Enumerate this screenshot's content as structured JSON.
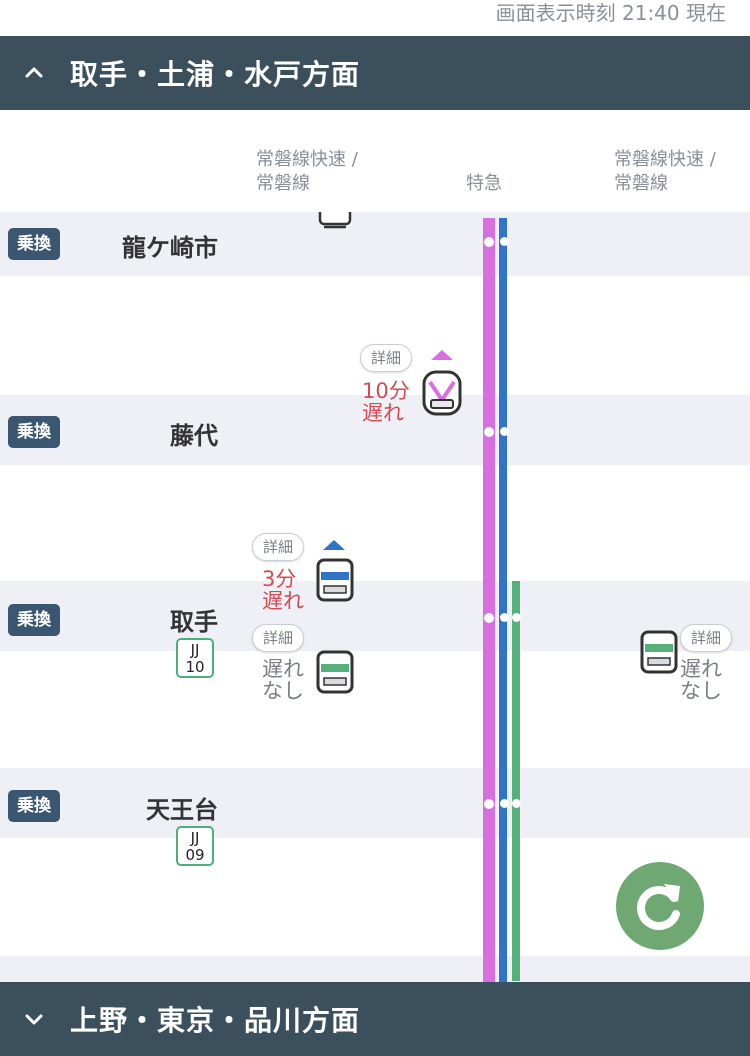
{
  "header": {
    "timestamp": "画面表示時刻 21:40 現在"
  },
  "direction_top": {
    "title": "取手・土浦・水戸方面",
    "icon": "chevron-up-icon"
  },
  "columns": {
    "left": "常磐線快速 /\n常磐線",
    "middle": "特急",
    "right": "常磐線快速 /\n常磐線"
  },
  "stations": [
    {
      "badge": "乗換",
      "name": "龍ケ崎市"
    },
    {
      "badge": "乗換",
      "name": "藤代"
    },
    {
      "badge": "乗換",
      "name": "取手",
      "code": [
        "JJ",
        "10"
      ]
    },
    {
      "badge": "乗換",
      "name": "天王台",
      "code": [
        "JJ",
        "09"
      ]
    }
  ],
  "trains": [
    {
      "detail": "詳細",
      "status": "10分\n遅れ",
      "type": "limited-express",
      "color": "#d86fe0"
    },
    {
      "detail": "詳細",
      "status": "3分\n遅れ",
      "type": "rapid",
      "color": "#2f74c8"
    },
    {
      "detail": "詳細",
      "status": "遅れ\nなし",
      "type": "local",
      "color": "#56b07a"
    },
    {
      "detail": "詳細",
      "status": "遅れ\nなし",
      "type": "local",
      "color": "#56b07a"
    }
  ],
  "direction_bottom": {
    "title": "上野・東京・品川方面",
    "icon": "chevron-down-icon"
  },
  "refresh": {
    "icon": "refresh-icon"
  },
  "colors": {
    "header_bg": "#3b4f5c",
    "delay_red": "#d44a55",
    "track_express": "#d86fe0",
    "track_rapid": "#2f74c8",
    "track_local": "#56b07a",
    "refresh_bg": "#6fa873"
  }
}
